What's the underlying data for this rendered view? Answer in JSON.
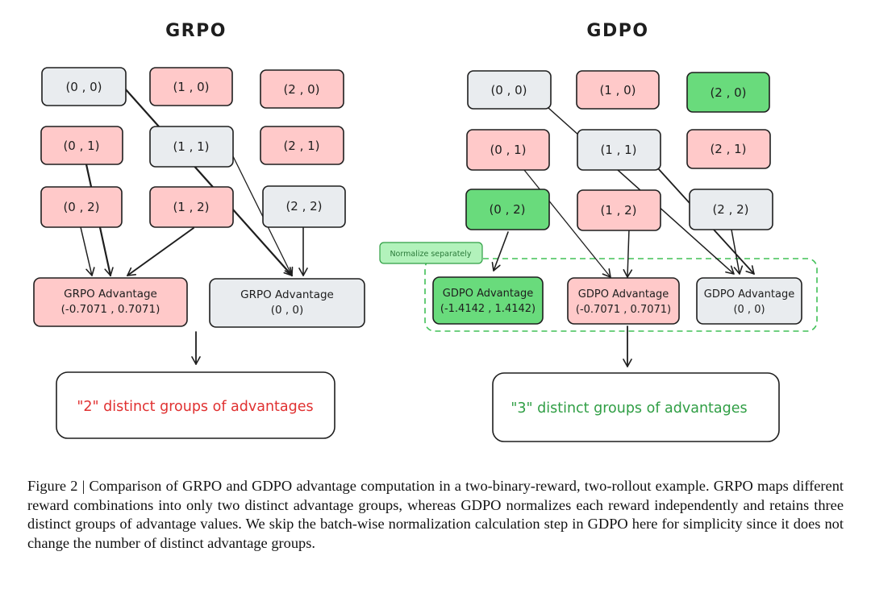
{
  "colors": {
    "pink": "#ffc9c9",
    "gray": "#e9ecef",
    "green": "#69db7c",
    "label_green": "#b2f2bb",
    "red_text": "#e03131",
    "green_text": "#2f9e44",
    "stroke": "#1e1e1e"
  },
  "grpo": {
    "title": "GRPO",
    "rewards": [
      {
        "label": "(0 , 0)",
        "color": "gray"
      },
      {
        "label": "(1 , 0)",
        "color": "pink"
      },
      {
        "label": "(2 , 0)",
        "color": "pink"
      },
      {
        "label": "(0 , 1)",
        "color": "pink"
      },
      {
        "label": "(1 , 1)",
        "color": "gray"
      },
      {
        "label": "(2 , 1)",
        "color": "pink"
      },
      {
        "label": "(0 , 2)",
        "color": "pink"
      },
      {
        "label": "(1 , 2)",
        "color": "pink"
      },
      {
        "label": "(2 , 2)",
        "color": "gray"
      }
    ],
    "advantages": [
      {
        "name": "GRPO Advantage",
        "value": "(-0.7071 , 0.7071)",
        "color": "pink"
      },
      {
        "name": "GRPO Advantage",
        "value": "(0 , 0)",
        "color": "gray"
      }
    ],
    "result": "\"2\" distinct groups of advantages"
  },
  "gdpo": {
    "title": "GDPO",
    "rewards": [
      {
        "label": "(0 , 0)",
        "color": "gray"
      },
      {
        "label": "(1 , 0)",
        "color": "pink"
      },
      {
        "label": "(2 , 0)",
        "color": "green"
      },
      {
        "label": "(0 , 1)",
        "color": "pink"
      },
      {
        "label": "(1 , 1)",
        "color": "gray"
      },
      {
        "label": "(2 , 1)",
        "color": "pink"
      },
      {
        "label": "(0 , 2)",
        "color": "green"
      },
      {
        "label": "(1 , 2)",
        "color": "pink"
      },
      {
        "label": "(2 , 2)",
        "color": "gray"
      }
    ],
    "normalize_label": "Normalize separately",
    "advantages": [
      {
        "name": "GDPO Advantage",
        "value": "(-1.4142 , 1.4142)",
        "color": "green"
      },
      {
        "name": "GDPO Advantage",
        "value": "(-0.7071 , 0.7071)",
        "color": "pink"
      },
      {
        "name": "GDPO Advantage",
        "value": "(0 , 0)",
        "color": "gray"
      }
    ],
    "result": "\"3\" distinct groups of advantages"
  },
  "caption": "Figure 2 | Comparison of GRPO and GDPO advantage computation in a two-binary-reward, two-rollout example. GRPO maps different reward combinations into only two distinct advantage groups, whereas GDPO normalizes each reward independently and retains three distinct groups of advantage values. We skip the batch-wise normalization calculation step in GDPO here for simplicity since it does not change the number of distinct advantage groups."
}
